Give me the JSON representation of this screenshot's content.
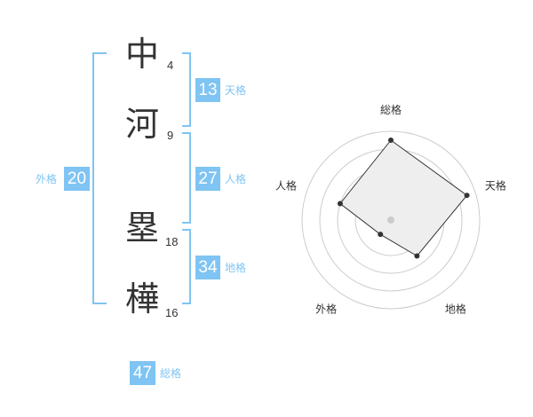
{
  "name": {
    "chars": [
      {
        "char": "中",
        "strokes": "4"
      },
      {
        "char": "河",
        "strokes": "9"
      },
      {
        "char": "塁",
        "strokes": "18"
      },
      {
        "char": "樺",
        "strokes": "16"
      }
    ]
  },
  "fortune": {
    "ten": {
      "value": "13",
      "label": "天格"
    },
    "jin": {
      "value": "27",
      "label": "人格"
    },
    "chi": {
      "value": "34",
      "label": "地格"
    },
    "gai": {
      "value": "20",
      "label": "外格"
    },
    "sou": {
      "value": "47",
      "label": "総格"
    }
  },
  "colors": {
    "accent": "#7fc4f3",
    "text": "#333333",
    "grid": "#cccccc",
    "fill": "#eeeeee"
  },
  "chart_data": {
    "type": "radar",
    "axes": [
      "総格",
      "天格",
      "地格",
      "外格",
      "人格"
    ],
    "max": 5,
    "values": [
      4.5,
      4.5,
      2.5,
      1,
      3
    ]
  }
}
